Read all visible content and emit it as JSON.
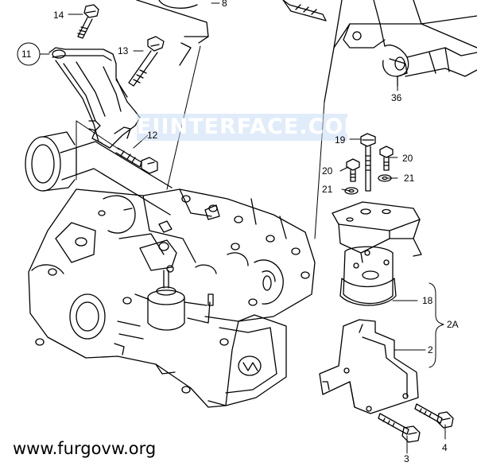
{
  "watermark": "EIINTERFACE.COM",
  "site_url": "www.furgovw.org",
  "labels": {
    "l14": "14",
    "l11": "11",
    "l13": "13",
    "l12": "12",
    "l8": "8",
    "l36": "36",
    "l19": "19",
    "l20a": "20",
    "l20b": "20",
    "l21a": "21",
    "l21b": "21",
    "l18": "18",
    "l2A": "2A",
    "l2": "2",
    "l3": "3",
    "l4": "4"
  }
}
